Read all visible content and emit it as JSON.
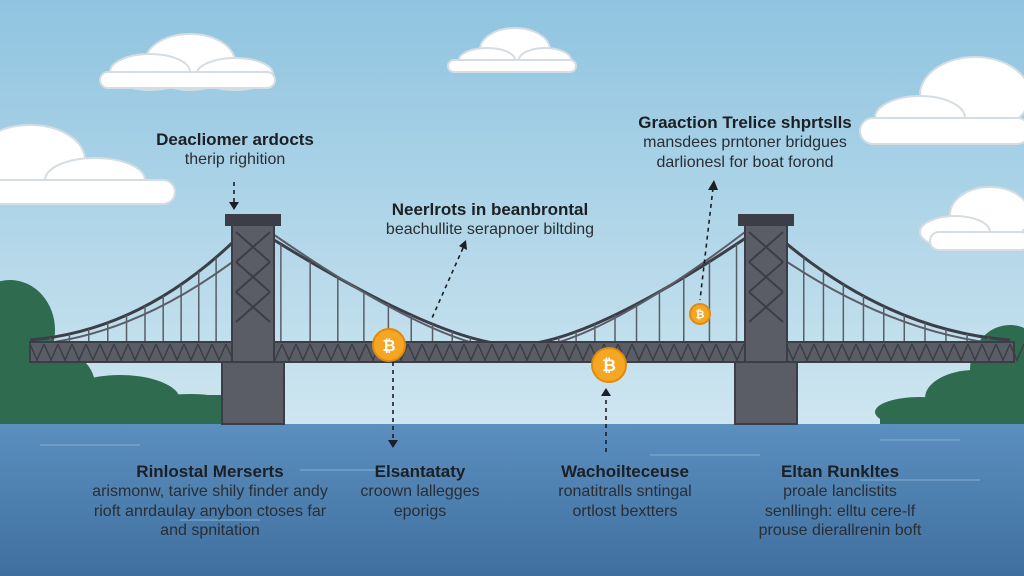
{
  "colors": {
    "sky_top": "#8fc4e0",
    "sky_bottom": "#cfe6f0",
    "water": "#5b8fbf",
    "water_dark": "#3f6f9f",
    "steel": "#5a5d66",
    "steel_dark": "#3b3e46",
    "tree": "#2e6b4f",
    "coin": "#f5a623"
  },
  "annotations": {
    "top_left": {
      "title": "Deacliomer ardocts",
      "desc": "therip righition"
    },
    "top_center": {
      "title": "Neerlrots in beanbrontal",
      "desc": "beachullite serapnoer biltding"
    },
    "top_right": {
      "title": "Graaction Trelice shprtslls",
      "desc1": "mansdees prntoner bridgues",
      "desc2": "darlionesl for boat forond"
    },
    "bottom_1": {
      "title": "Rinlostal Merserts",
      "desc1": "arismonw, tarive shily finder andy",
      "desc2": "rioft anrdaulay anybon ctoses far",
      "desc3": "and spnitation"
    },
    "bottom_2": {
      "title": "Elsantataty",
      "desc1": "croown lallegges",
      "desc2": "eporigs"
    },
    "bottom_3": {
      "title": "Wachoilteceuse",
      "desc1": "ronatitralls sntingal",
      "desc2": "ortlost bextters"
    },
    "bottom_4": {
      "title": "Eltan Runkltes",
      "desc1": "proale lanclistits",
      "desc2": "senllingh: elltu cere-lf",
      "desc3": "prouse dierallrenin boft"
    }
  }
}
